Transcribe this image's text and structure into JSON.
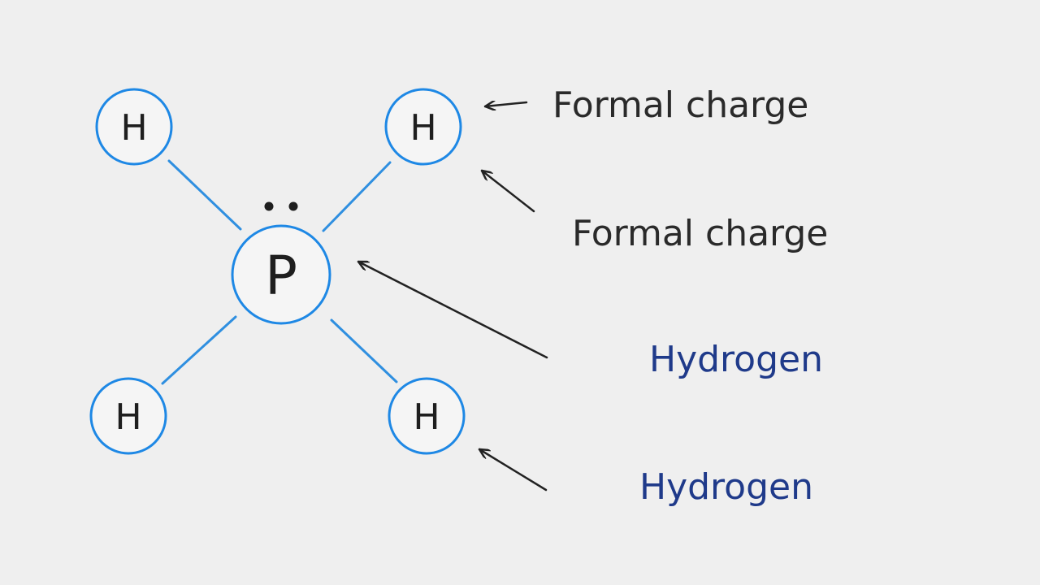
{
  "colors": {
    "background": "#efefef",
    "atom_outline": "#1e88e5",
    "bond": "#2f8fe0",
    "formal_charge_text": "#2a2a2a",
    "hydrogen_text": "#1f3a8a"
  },
  "molecule": {
    "central_atom": {
      "symbol": "P",
      "lone_pair_icon": "lone-pair-dots"
    },
    "hydrogens": [
      {
        "symbol": "H"
      },
      {
        "symbol": "H"
      },
      {
        "symbol": "H"
      },
      {
        "symbol": "H"
      }
    ]
  },
  "callouts": [
    {
      "text": "Formal charge",
      "color": "#2a2a2a"
    },
    {
      "text": "Formal charge",
      "color": "#2a2a2a"
    },
    {
      "text": "Hydrogen",
      "color": "#1f3a8a"
    },
    {
      "text": "Hydrogen",
      "color": "#1f3a8a"
    }
  ]
}
